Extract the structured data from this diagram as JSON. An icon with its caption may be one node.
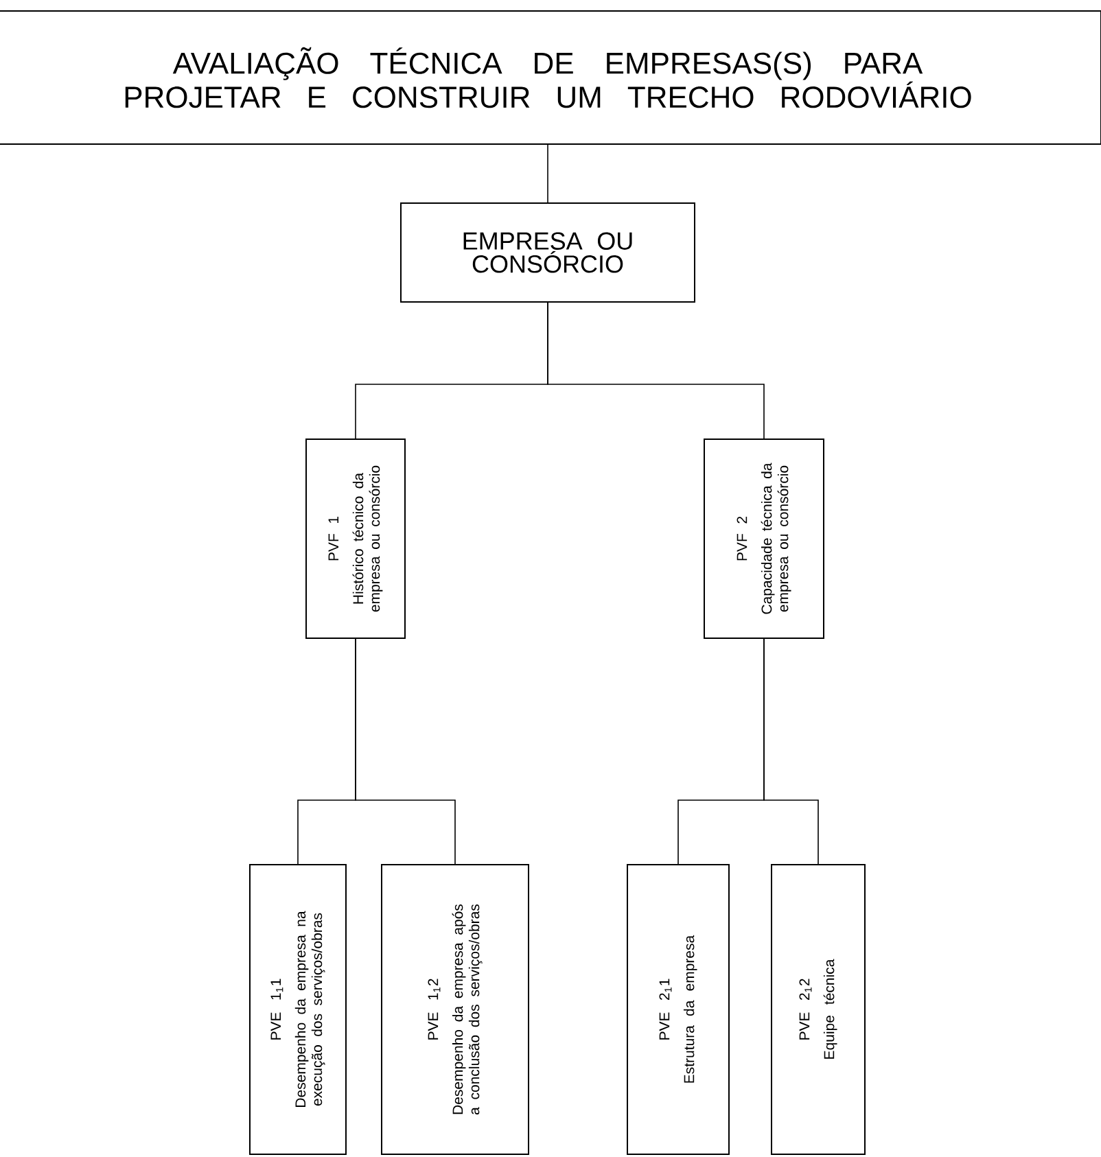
{
  "diagram": {
    "nodes": [
      {
        "text": [
          "AVALIAÇÃO TÉCNICA DE EMPRESAS(S) PARA PROJETAR E CONSTRUIR UM TRECHO RODOVIÁRIO"
        ]
      },
      {
        "text": [
          "EMPRESA OU CONSÓRCIO"
        ]
      },
      {
        "text": [
          "PVF 1",
          "Histórico técnico da empresa ou consórcio"
        ]
      },
      {
        "text": [
          "PVF 2",
          "Capacidade técnica da empresa ou consórcio"
        ]
      },
      {
        "text": [
          "PVE 1$_{1}$1",
          "Desempenho da empresa na execução dos serviços/obras"
        ]
      },
      {
        "text": [
          "PVE 1$_{1}$2",
          "Desempenho da empresa após a conclusão dos serviços/obras"
        ]
      },
      {
        "text": [
          "PVE 2$_{1}$1",
          "Estrutura da empresa"
        ]
      },
      {
        "text": [
          "PVE 2$_{1}$2",
          "Equipe técnica"
        ]
      }
    ],
    "edges": [
      {
        "from": 0,
        "to": 1,
        "arrow": "none"
      },
      {
        "from": 1,
        "to": 2,
        "arrow": "none"
      },
      {
        "from": 1,
        "to": 3,
        "arrow": "none"
      },
      {
        "from": 2,
        "to": 4,
        "arrow": "none"
      },
      {
        "from": 2,
        "to": 5,
        "arrow": "none"
      },
      {
        "from": 3,
        "to": 6,
        "arrow": "none"
      },
      {
        "from": 3,
        "to": 7,
        "arrow": "none"
      }
    ]
  }
}
